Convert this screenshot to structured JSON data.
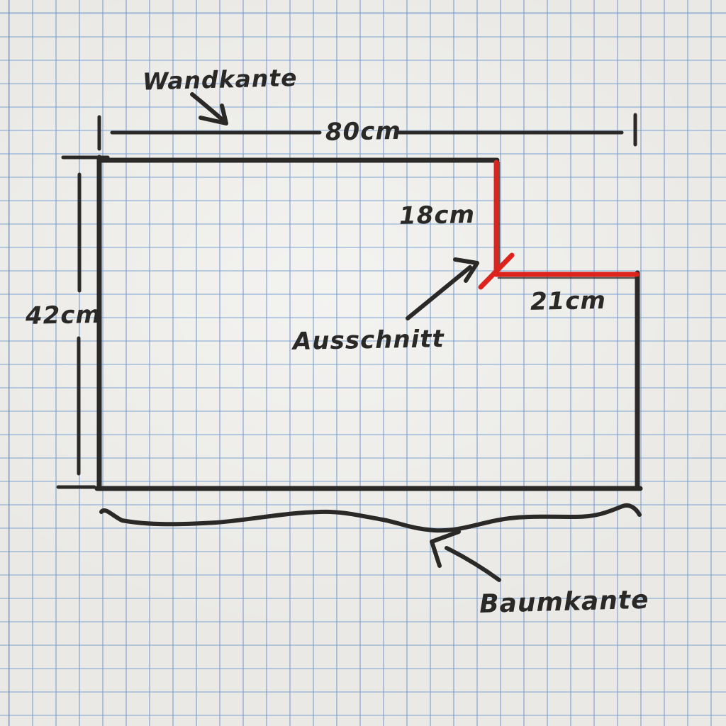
{
  "sketch": {
    "labels": {
      "wall_edge": "Wandkante",
      "cutout": "Ausschnitt",
      "tree_edge": "Baumkante"
    },
    "dimensions": {
      "width_top": "80cm",
      "height_left": "42cm",
      "cutout_height": "18cm",
      "cutout_width": "21cm"
    },
    "colors": {
      "ink": "#2a2927",
      "red": "#dd231e",
      "grid": "#6e98cb",
      "paper": "#eae9e5"
    }
  }
}
